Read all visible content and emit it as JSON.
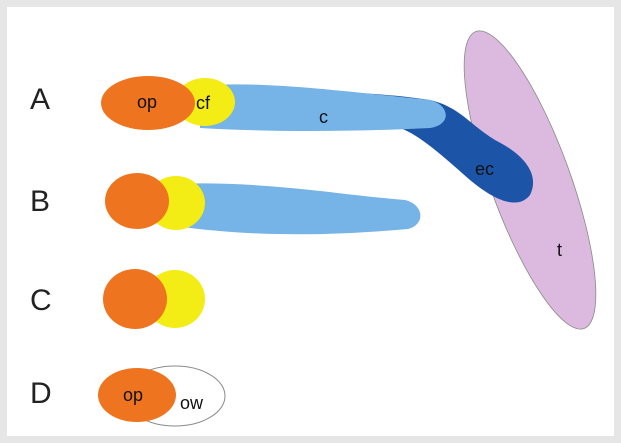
{
  "colors": {
    "frame_border": "#e6e6e6",
    "panel_bg": "#ffffff",
    "operculum": "#ef7420",
    "collar": "#f4ec15",
    "cap": "#76b3e7",
    "extra_cellular": "#1c55a8",
    "tissue": "#dcb9de",
    "operculum_wall": "#ffffff",
    "stroke": "#8a8a8a"
  },
  "rows": [
    {
      "id": "A",
      "label": "A"
    },
    {
      "id": "B",
      "label": "B"
    },
    {
      "id": "C",
      "label": "C"
    },
    {
      "id": "D",
      "label": "D"
    }
  ],
  "parts": {
    "op_a": "op",
    "cf": "cf",
    "c": "c",
    "ec": "ec",
    "t": "t",
    "op_d": "op",
    "ow": "ow"
  }
}
